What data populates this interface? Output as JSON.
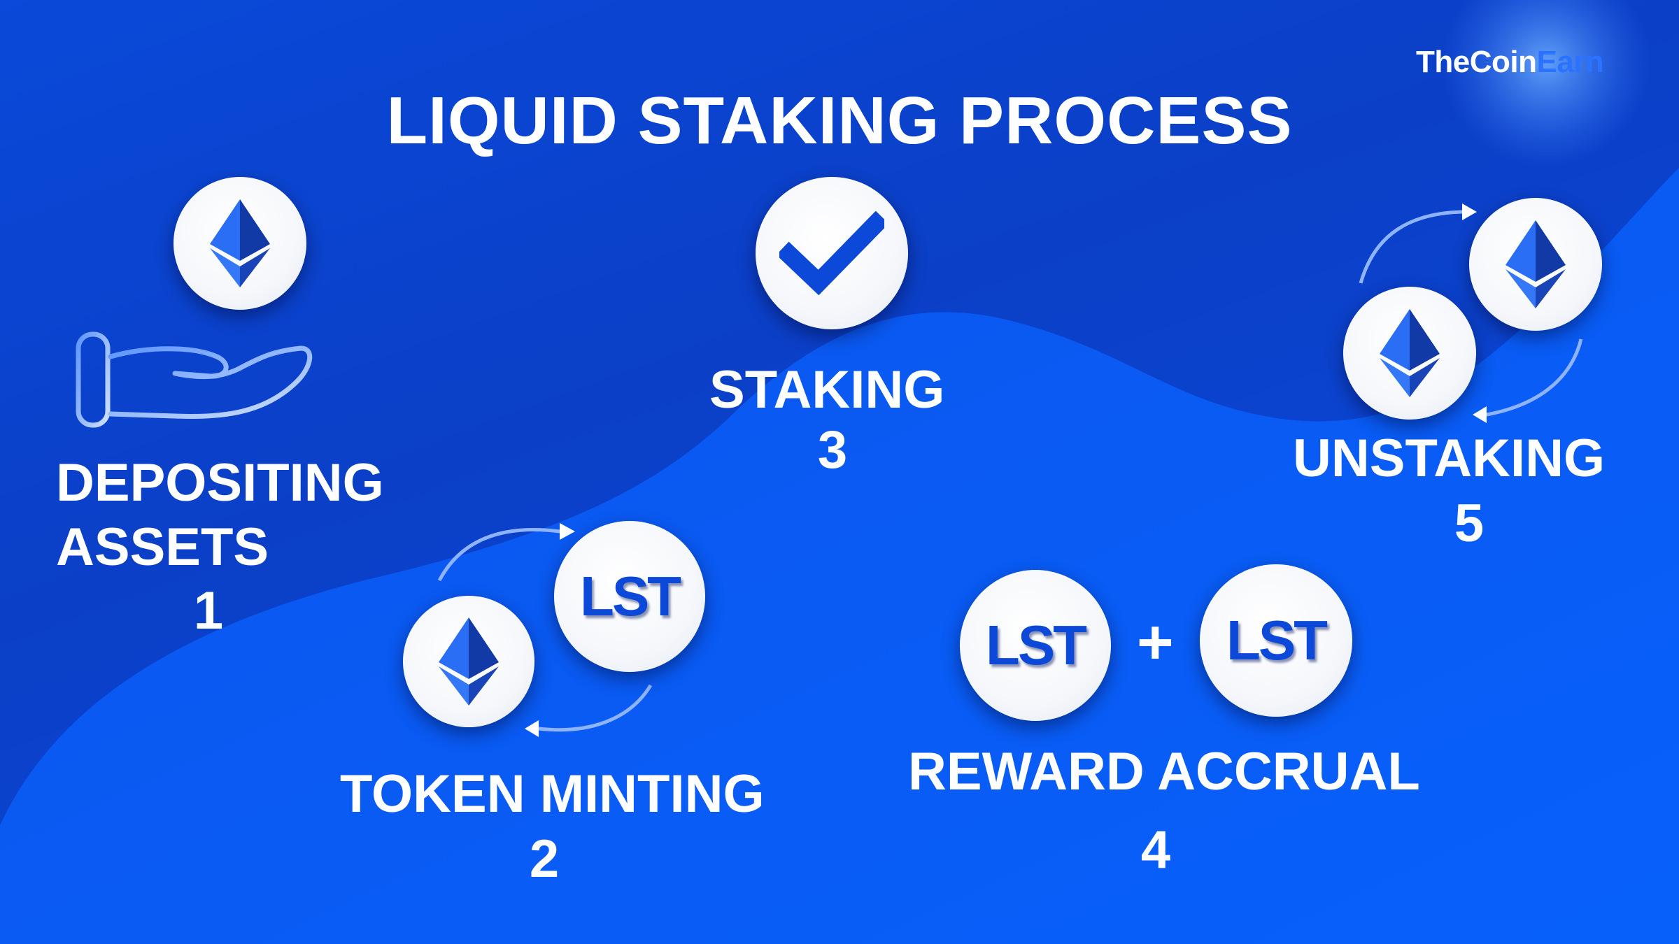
{
  "title": "LIQUID STAKING PROCESS",
  "brand": {
    "part1": "TheCoin",
    "part2": "Earn"
  },
  "steps": [
    {
      "label_line1": "DEPOSITING",
      "label_line2": "ASSETS",
      "number": "1"
    },
    {
      "label": "TOKEN MINTING",
      "number": "2"
    },
    {
      "label": "STAKING",
      "number": "3"
    },
    {
      "label": "REWARD ACCRUAL",
      "number": "4",
      "plus": "+"
    },
    {
      "label": "UNSTAKING",
      "number": "5"
    }
  ],
  "token_text": "LST",
  "icons": [
    "ethereum-icon",
    "hand-icon",
    "checkmark-icon",
    "lst-token-icon",
    "arrow-icon"
  ],
  "colors": {
    "background": "#0b44d2",
    "accent": "#0d49d8",
    "brand_accent": "#2a72ff",
    "text": "#ffffff"
  }
}
